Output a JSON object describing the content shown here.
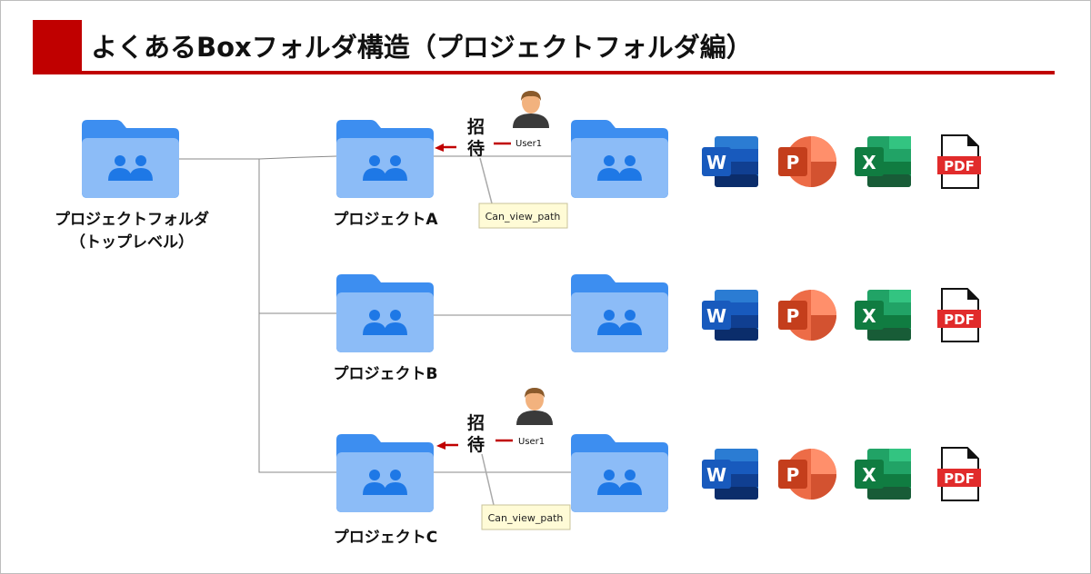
{
  "title": "よくあるBoxフォルダ構造（プロジェクトフォルダ編）",
  "top_folder": {
    "label_line1": "プロジェクトフォルダ",
    "label_line2": "（トップレベル）"
  },
  "projects": [
    {
      "label": "プロジェクトA",
      "invite": {
        "char1": "招",
        "char2": "待",
        "user": "User1",
        "permission": "Can_view_path"
      }
    },
    {
      "label": "プロジェクトB"
    },
    {
      "label": "プロジェクトC",
      "invite": {
        "char1": "招",
        "char2": "待",
        "user": "User1",
        "permission": "Can_view_path"
      }
    }
  ],
  "file_icons": {
    "word": "W",
    "powerpoint": "P",
    "excel": "X",
    "pdf": "PDF"
  },
  "colors": {
    "accent_red": "#c00000",
    "folder_back": "#3d8ef0",
    "folder_front": "#8cbcf7",
    "people": "#1e78e6"
  }
}
